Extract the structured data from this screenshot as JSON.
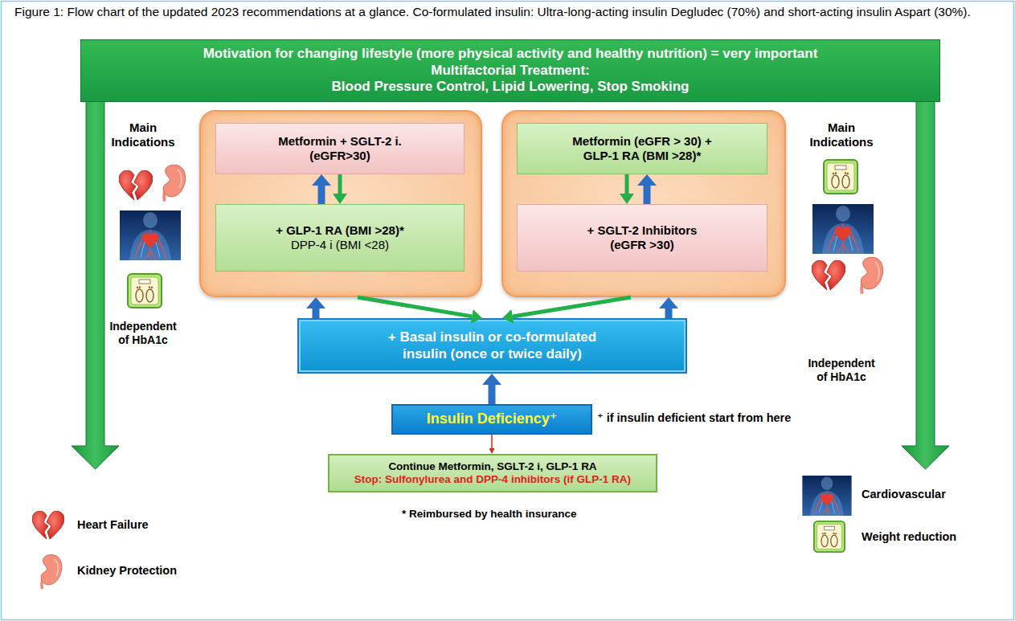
{
  "diagram": {
    "caption": "Figure 1: Flow chart of the updated 2023 recommendations at a glance. Co-formulated insulin: Ultra-long-acting insulin Degludec (70%) and short-acting insulin Aspart (30%).",
    "nodes": [
      {
        "text": [
          "Motivation for changing lifestyle (more physical activity and healthy nutrition) = very important",
          "Multifactorial Treatment:",
          "Blood Pressure Control, Lipid Lowering, Stop Smoking"
        ]
      },
      {
        "text": []
      },
      {
        "text": [
          "Metformin + SGLT-2 i. (eGFR>30)"
        ],
        "in": 1
      },
      {
        "text": [
          "+ GLP-1 RA (BMI >28)*",
          "DPP-4 i (BMI <28)"
        ],
        "in": 1
      },
      {
        "text": []
      },
      {
        "text": [
          "Metformin (eGFR > 30) + GLP-1 RA (BMI >28)*"
        ],
        "in": 4
      },
      {
        "text": [
          "+ SGLT-2 Inhibitors (eGFR >30)"
        ],
        "in": 4
      },
      {
        "text": [
          "+ Basal insulin or co-formulated insulin (once or twice daily)"
        ]
      },
      {
        "text": [
          "Insulin Deficiency⁺"
        ]
      },
      {
        "text": [
          "Continue Metformin, SGLT-2 i, GLP-1 RA",
          "Stop: Sulfonylurea and DPP-4 inhibitors (if GLP-1 RA)"
        ]
      }
    ],
    "edges": [
      {
        "from": 3,
        "to": 2,
        "arrow": "to"
      },
      {
        "from": 2,
        "to": 3,
        "arrow": "to"
      },
      {
        "from": 5,
        "to": 6,
        "arrow": "to"
      },
      {
        "from": 6,
        "to": 5,
        "arrow": "to"
      },
      {
        "from": 7,
        "to": 1,
        "arrow": "to"
      },
      {
        "from": 1,
        "to": 7,
        "arrow": "to"
      },
      {
        "from": 7,
        "to": 4,
        "arrow": "to"
      },
      {
        "from": 4,
        "to": 7,
        "arrow": "to"
      },
      {
        "from": 8,
        "to": 7,
        "arrow": "to"
      },
      {
        "from": 8,
        "to": 9,
        "arrow": "to"
      }
    ],
    "labels": [
      "Main Indications",
      "Independent of HbA1c",
      "Main Indications",
      "Independent of HbA1c",
      "⁺ if insulin deficient start from here",
      "* Reimbursed by health insurance"
    ],
    "legend": [
      {
        "text": "Heart Failure"
      },
      {
        "text": "Kidney Protection"
      },
      {
        "text": "Cardiovascular"
      },
      {
        "text": "Weight reduction"
      }
    ]
  }
}
